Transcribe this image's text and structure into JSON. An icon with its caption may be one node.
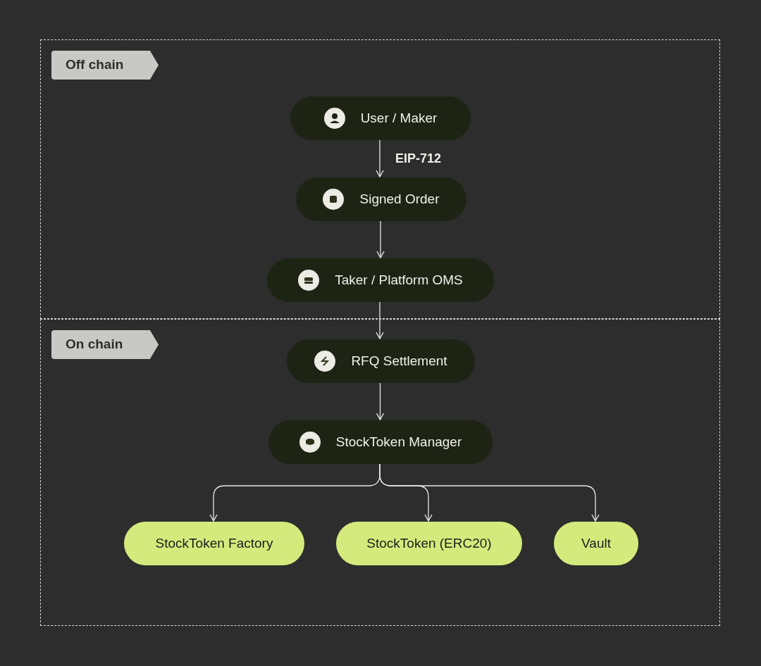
{
  "diagram": {
    "nodes": [
      {
        "text": [
          "Off chain"
        ]
      },
      {
        "text": [
          "User / Maker"
        ],
        "in": 0
      },
      {
        "text": [
          "Signed Order"
        ],
        "in": 0
      },
      {
        "text": [
          "Taker / Platform OMS"
        ],
        "in": 0
      },
      {
        "text": [
          "On chain"
        ]
      },
      {
        "text": [
          "RFQ Settlement"
        ],
        "in": 4
      },
      {
        "text": [
          "StockToken Manager"
        ],
        "in": 4
      },
      {
        "text": [
          "StockToken Factory"
        ],
        "in": 4
      },
      {
        "text": [
          "StockToken (ERC20)"
        ],
        "in": 4
      },
      {
        "text": [
          "Vault"
        ],
        "in": 4
      }
    ],
    "edges": [
      {
        "from": 1,
        "to": 2,
        "arrow": "to",
        "label": "EIP-712"
      },
      {
        "from": 2,
        "to": 3,
        "arrow": "to"
      },
      {
        "from": 3,
        "to": 5,
        "arrow": "to"
      },
      {
        "from": 5,
        "to": 6,
        "arrow": "to"
      },
      {
        "from": 6,
        "to": 7,
        "arrow": "to"
      },
      {
        "from": 6,
        "to": 8,
        "arrow": "to"
      },
      {
        "from": 6,
        "to": 9,
        "arrow": "to"
      }
    ]
  }
}
